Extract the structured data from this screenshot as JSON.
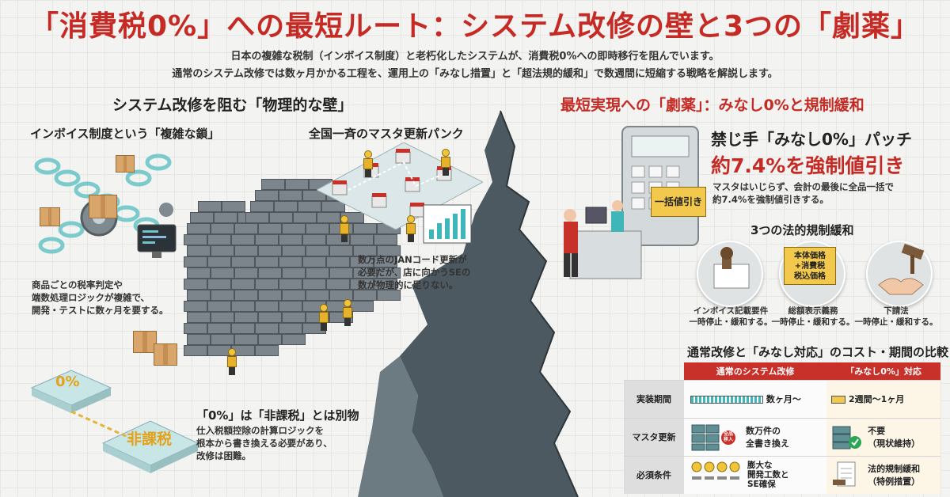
{
  "title": "「消費税0%」への最短ルート：システム改修の壁と3つの「劇薬」",
  "subtitle_line1": "日本の複雑な税制（インボイス制度）と老朽化したシステムが、消費税0%への即時移行を阻んでいます。",
  "subtitle_line2": "通常のシステム改修では数ヶ月かかる工程を、運用上の「みなし措置」と「超法規的緩和」で数週間に短縮する戦略を解説します。",
  "left": {
    "heading": "システム改修を阻む「物理的な壁」",
    "invoice": {
      "title": "インボイス制度という「複雑な鎖」",
      "desc_line1": "商品ごとの税率判定や",
      "desc_line2": "端数処理ロジックが複雑で、",
      "desc_line3": "開発・テストに数ヶ月を要する。"
    },
    "master": {
      "title": "全国一斉のマスタ更新パンク",
      "desc_line1": "数万点のJANコード更新が",
      "desc_line2": "必要だが、店に向かうSEの",
      "desc_line3": "数が物理的に足りない。"
    },
    "zero": {
      "label_zero": "0%",
      "label_hikazei": "非課税",
      "title": "「0%」は「非課税」とは別物",
      "desc_line1": "仕入税額控除の計算ロジックを",
      "desc_line2": "根本から書き換える必要があり、",
      "desc_line3": "改修は困難。"
    }
  },
  "right": {
    "heading": "最短実現への「劇薬」：みなし0%と規制緩和",
    "patch": {
      "title": "禁じ手「みなし0%」パッチ",
      "big": "約7.4%を強制値引き",
      "desc_line1": "マスタはいじらず、会計の最後に全品一括で",
      "desc_line2": "約7.4%を強制値引きする。",
      "sign": "一括値引き"
    },
    "relax": {
      "title": "3つの法的規制緩和",
      "items": [
        {
          "name": "インボイス記載要件",
          "note": "一時停止・緩和する。"
        },
        {
          "name": "総額表示義務",
          "note": "一時停止・緩和する。",
          "tag_line1": "本体価格",
          "tag_line2": "+消費税",
          "tag_line3": "税込価格"
        },
        {
          "name": "下請法",
          "note": "一時停止・緩和する。"
        }
      ]
    },
    "compare": {
      "title": "通常改修と「みなし対応」のコスト・期間の比較",
      "col1": "通常のシステム改修",
      "col2": "「みなし0%」対応",
      "rows": [
        {
          "label": "実装期間",
          "c1": "数ヶ月〜",
          "c2": "2週間〜1ヶ月"
        },
        {
          "label": "マスタ更新",
          "c1_line1": "数万件の",
          "c1_line2": "全書き換え",
          "c1_badge_line1": "全品",
          "c1_badge_line2": "移入",
          "c2_line1": "不要",
          "c2_line2": "（現状維持）"
        },
        {
          "label": "必須条件",
          "c1_line1": "膨大な",
          "c1_line2": "開発工数と",
          "c1_line3": "SE確保",
          "c2_line1": "法的規制緩和",
          "c2_line2": "（特例措置）"
        }
      ]
    }
  },
  "colors": {
    "accent": "#c62a24",
    "yellow": "#f2c94c",
    "teal": "#3fb6ba"
  }
}
